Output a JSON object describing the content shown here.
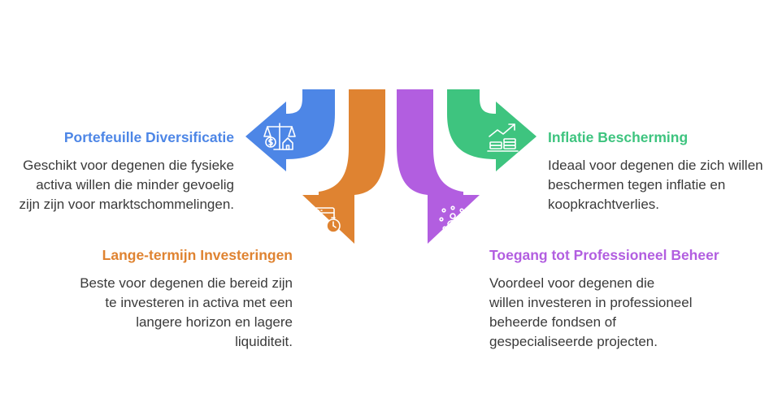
{
  "colors": {
    "blue": "#4d86e6",
    "orange": "#df8331",
    "purple": "#b25ee0",
    "green": "#3ec47f"
  },
  "items": [
    {
      "title": "Portefeuille Diversificatie",
      "description": "Geschikt voor degenen die fysieke activa willen die minder gevoelig zijn zijn voor marktschommelingen.",
      "color": "#4d86e6",
      "icon": "balance-scale-icon"
    },
    {
      "title": "Lange-termijn Investeringen",
      "description": "Beste voor degenen die bereid zijn te investeren in activa met een langere horizon en lagere liquiditeit.",
      "color": "#df8331",
      "icon": "calendar-timer-icon"
    },
    {
      "title": "Toegang tot Professioneel Beheer",
      "description": "Voordeel voor degenen die willen investeren in professioneel beheerde fondsen of gespecialiseerde projecten.",
      "color": "#b25ee0",
      "icon": "network-people-icon"
    },
    {
      "title": "Inflatie Bescherming",
      "description": "Ideaal voor degenen die zich willen beschermen tegen inflatie en koopkrachtverlies.",
      "color": "#3ec47f",
      "icon": "rising-coins-icon"
    }
  ]
}
